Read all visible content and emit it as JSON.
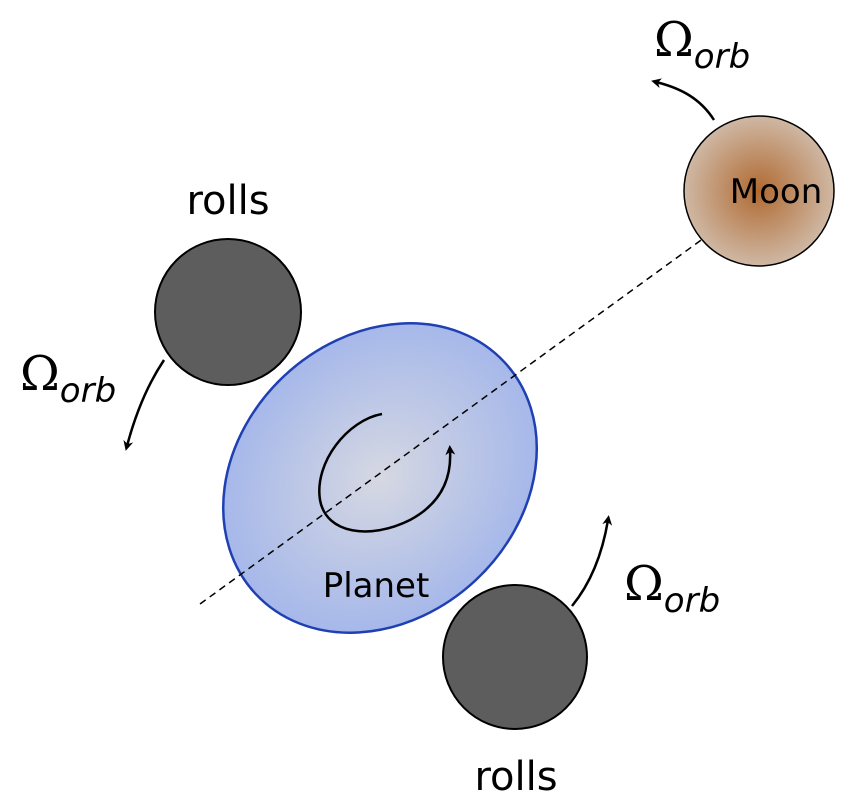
{
  "labels": {
    "moon": "Moon",
    "planet": "Planet",
    "rolls_top": "rolls",
    "rolls_bottom": "rolls",
    "omega_symbol": "Ω",
    "omega_subscript": "orb"
  },
  "colors": {
    "planet_center": "#d6d8e2",
    "planet_edge": "#a6b8ea",
    "planet_stroke": "#1f3fb2",
    "moon_center": "#b06a32",
    "moon_edge": "#cfb8a4",
    "roller_fill": "#5d5d5d",
    "outline": "#000000"
  }
}
